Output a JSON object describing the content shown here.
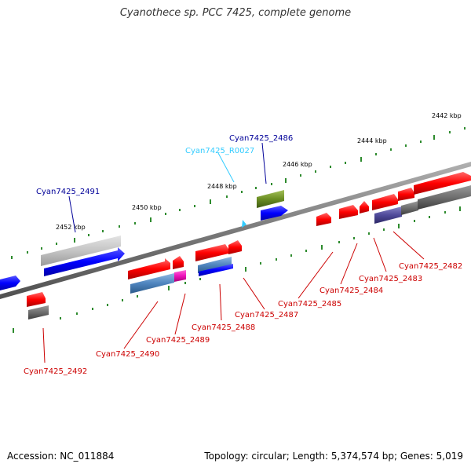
{
  "title": "Cyanothece sp. PCC 7425, complete genome",
  "footer": {
    "accession": "Accession: NC_011884",
    "summary": "Topology: circular; Length: 5,374,574 bp; Genes: 5,019"
  },
  "colors": {
    "backbone": "#808080",
    "tick_mark": "#2e8b2e",
    "forward_gene": "#ff0000",
    "reverse_gene": "#0000ff",
    "rna_label": "#33ccff",
    "label_red": "#cc0000",
    "label_blue": "#000099"
  },
  "scale_ticks": [
    "2442 kbp",
    "2444 kbp",
    "2446 kbp",
    "2448 kbp",
    "2450 kbp",
    "2452 kbp"
  ],
  "labels": {
    "cyan2491": "Cyan7425_2491",
    "cyanR0027": "Cyan7425_R0027",
    "cyan2486": "Cyan7425_2486",
    "cyan2492": "Cyan7425_2492",
    "cyan2490": "Cyan7425_2490",
    "cyan2489": "Cyan7425_2489",
    "cyan2488": "Cyan7425_2488",
    "cyan2487": "Cyan7425_2487",
    "cyan2485": "Cyan7425_2485",
    "cyan2484": "Cyan7425_2484",
    "cyan2483": "Cyan7425_2483",
    "cyan2482": "Cyan7425_2482"
  }
}
